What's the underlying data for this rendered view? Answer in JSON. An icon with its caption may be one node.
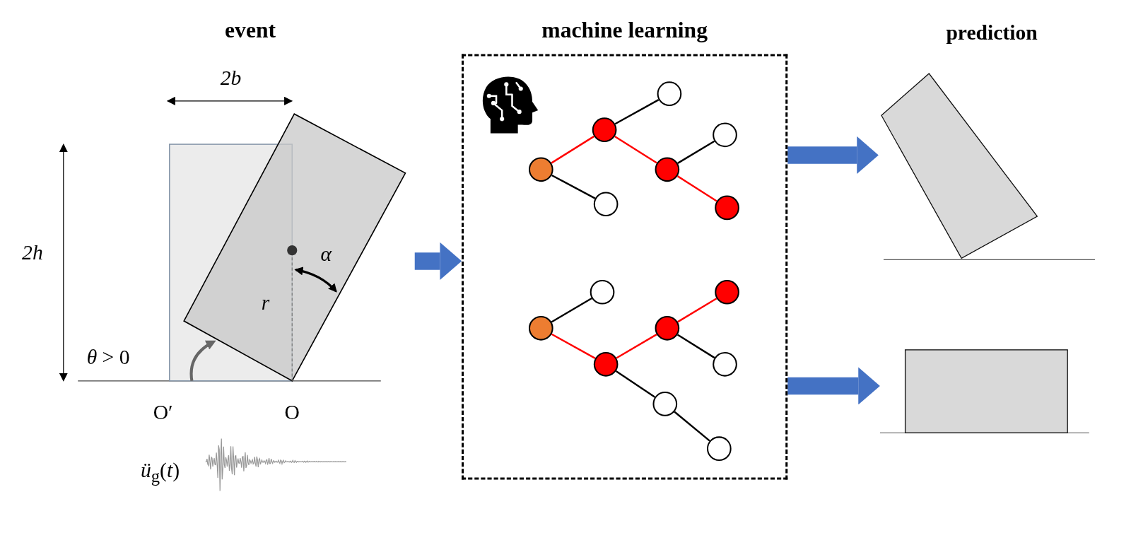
{
  "diagram": {
    "nodes": [
      {
        "text": [
          "event"
        ]
      },
      {
        "text": [
          "machine learning"
        ]
      },
      {
        "text": [],
        "shape": "circle",
        "in": 1
      },
      {
        "text": [],
        "shape": "circle",
        "in": 1
      },
      {
        "text": [],
        "shape": "circle",
        "in": 1
      },
      {
        "text": [],
        "shape": "circle",
        "in": 1
      },
      {
        "text": [],
        "shape": "circle",
        "in": 1
      },
      {
        "text": [],
        "shape": "circle",
        "in": 1
      },
      {
        "text": [],
        "shape": "circle",
        "in": 1
      },
      {
        "text": [],
        "shape": "circle",
        "in": 1
      },
      {
        "text": [],
        "shape": "circle",
        "in": 1
      },
      {
        "text": [],
        "shape": "circle",
        "in": 1
      },
      {
        "text": [],
        "shape": "circle",
        "in": 1
      },
      {
        "text": [],
        "shape": "circle",
        "in": 1
      },
      {
        "text": [],
        "shape": "circle",
        "in": 1
      },
      {
        "text": [],
        "shape": "circle",
        "in": 1
      },
      {
        "text": [],
        "shape": "circle",
        "in": 1
      },
      {
        "text": [],
        "shape": "box"
      },
      {
        "text": [],
        "shape": "box"
      }
    ],
    "edges": [
      {
        "from": 0,
        "to": 1,
        "arrow": "to",
        "style": "thick",
        "color": "#4472c4"
      },
      {
        "from": 2,
        "to": 3,
        "arrow": "none",
        "color": "#ff0000"
      },
      {
        "from": 2,
        "to": 5,
        "arrow": "none"
      },
      {
        "from": 3,
        "to": 4,
        "arrow": "none"
      },
      {
        "from": 3,
        "to": 6,
        "arrow": "none",
        "color": "#ff0000"
      },
      {
        "from": 6,
        "to": 7,
        "arrow": "none"
      },
      {
        "from": 6,
        "to": 8,
        "arrow": "none",
        "color": "#ff0000"
      },
      {
        "from": 9,
        "to": 10,
        "arrow": "none"
      },
      {
        "from": 9,
        "to": 11,
        "arrow": "none",
        "color": "#ff0000"
      },
      {
        "from": 11,
        "to": 12,
        "arrow": "none",
        "color": "#ff0000"
      },
      {
        "from": 12,
        "to": 13,
        "arrow": "none",
        "color": "#ff0000"
      },
      {
        "from": 12,
        "to": 14,
        "arrow": "none"
      },
      {
        "from": 11,
        "to": 15,
        "arrow": "none"
      },
      {
        "from": 15,
        "to": 16,
        "arrow": "none"
      },
      {
        "from": 1,
        "to": 17,
        "arrow": "to",
        "style": "thick",
        "color": "#4472c4"
      },
      {
        "from": 1,
        "to": 18,
        "arrow": "to",
        "style": "thick",
        "color": "#4472c4"
      }
    ],
    "labels": [
      "2b",
      "2h",
      "*α*",
      "*r*",
      "*θ* > 0",
      "O′",
      "O",
      "*ü*$_{g}$(*t*)",
      "prediction"
    ]
  }
}
